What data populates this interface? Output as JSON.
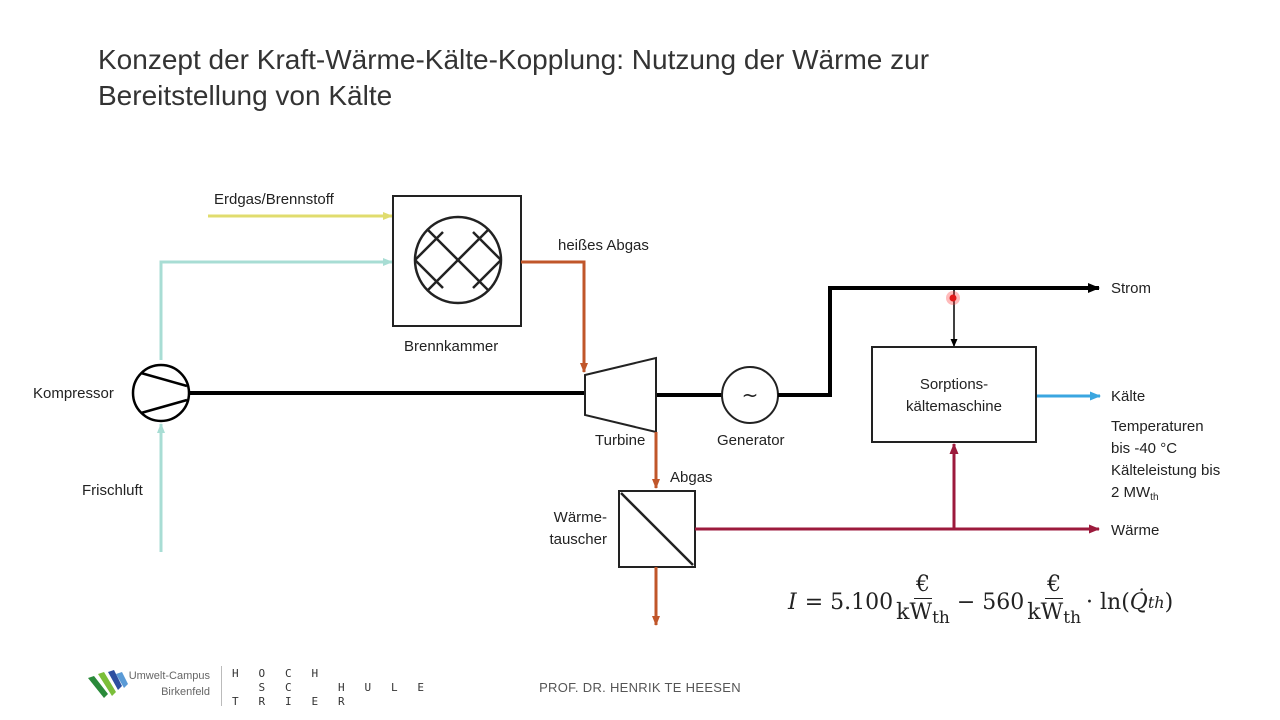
{
  "title": {
    "line1": "Konzept der Kraft-Wärme-Kälte-Kopplung: Nutzung der Wärme zur",
    "line2": "Bereitstellung von Kälte"
  },
  "labels": {
    "erdgas": "Erdgas/Brennstoff",
    "heisses_abgas": "heißes Abgas",
    "brennkammer": "Brennkammer",
    "kompressor": "Kompressor",
    "frischluft": "Frischluft",
    "turbine": "Turbine",
    "generator": "Generator",
    "generator_symbol": "~",
    "abgas": "Abgas",
    "waermetauscher_1": "Wärme-",
    "waermetauscher_2": "tauscher",
    "strom": "Strom",
    "sorption_1": "Sorptions-",
    "sorption_2": "kältemaschine",
    "kaelte": "Kälte",
    "waerme": "Wärme",
    "temp_1": "Temperaturen",
    "temp_2": "bis -40 °C",
    "temp_3": "Kälteleistung bis",
    "temp_4": "2 MW",
    "temp_4_sub": "th"
  },
  "formula": {
    "lhs": "I",
    "eq": "= 5.100",
    "num1": "€",
    "den1": "kW",
    "den1_sub": "th",
    "minus": "− 560",
    "num2": "€",
    "den2": "kW",
    "den2_sub": "th",
    "tail": "· ln(",
    "q": "Q̇",
    "q_sub": "th",
    "close": ")"
  },
  "footer": {
    "author": "PROF. DR. HENRIK TE HEESEN",
    "logo_line1": "Umwelt-Campus",
    "logo_line2": "Birkenfeld",
    "hs_line1": "H   O   C   H",
    "hs_line2": "    S   C       H   U   L   E",
    "hs_line3": "T   R   I   E   R"
  },
  "colors": {
    "fuel": "#e0dc6e",
    "air": "#a8ddd4",
    "hot_gas": "#c0562a",
    "power": "#000000",
    "heat": "#9c1a3c",
    "cold": "#3aa6e0"
  }
}
